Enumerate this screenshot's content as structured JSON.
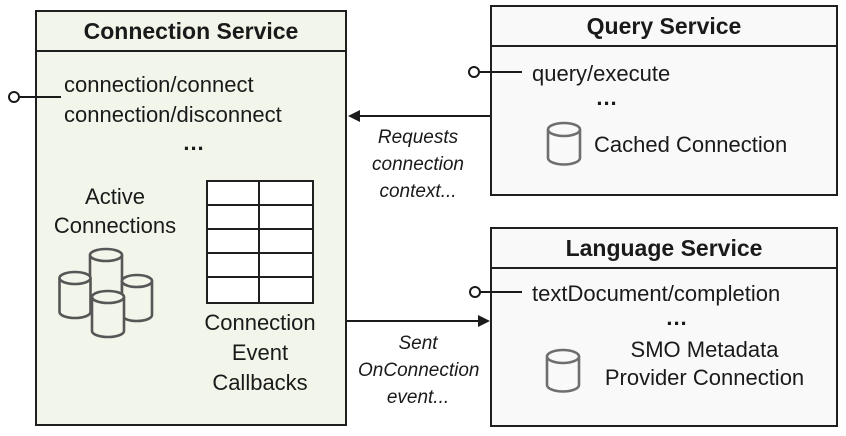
{
  "diagram_title": "Service connection architecture diagram",
  "colors": {
    "connection_box_fill": "#f2f5ea",
    "service_box_fill": "#f9f9f9",
    "border": "#1f1f1f",
    "text": "#1a1a1a",
    "db_icon_stroke": "#6e6e6e",
    "db_cluster_stroke": "#565656",
    "page_background": "#ffffff"
  },
  "icons": {
    "active_connections": "database-cluster-icon (4 cylinders)",
    "cached_connection": "database-cylinder-icon",
    "smo_provider": "database-cylinder-icon",
    "callback_table": "table-grid-icon (2 columns x 5 rows)",
    "provided_interface": "lollipop-connector-icon"
  },
  "connection_service": {
    "title": "Connection Service",
    "methods": [
      "connection/connect",
      "connection/disconnect"
    ],
    "ellipsis": "...",
    "active_connections_label": [
      "Active",
      "Connections"
    ],
    "callbacks_label": [
      "Connection",
      "Event",
      "Callbacks"
    ]
  },
  "query_service": {
    "title": "Query Service",
    "method": "query/execute",
    "ellipsis": "...",
    "cached_connection_label": "Cached Connection"
  },
  "language_service": {
    "title": "Language Service",
    "method": "textDocument/completion",
    "ellipsis": "...",
    "smo_label": [
      "SMO Metadata",
      "Provider Connection"
    ]
  },
  "arrows": {
    "requests": [
      "Requests",
      "connection",
      "context..."
    ],
    "sent": [
      "Sent",
      "OnConnection",
      "event..."
    ]
  }
}
